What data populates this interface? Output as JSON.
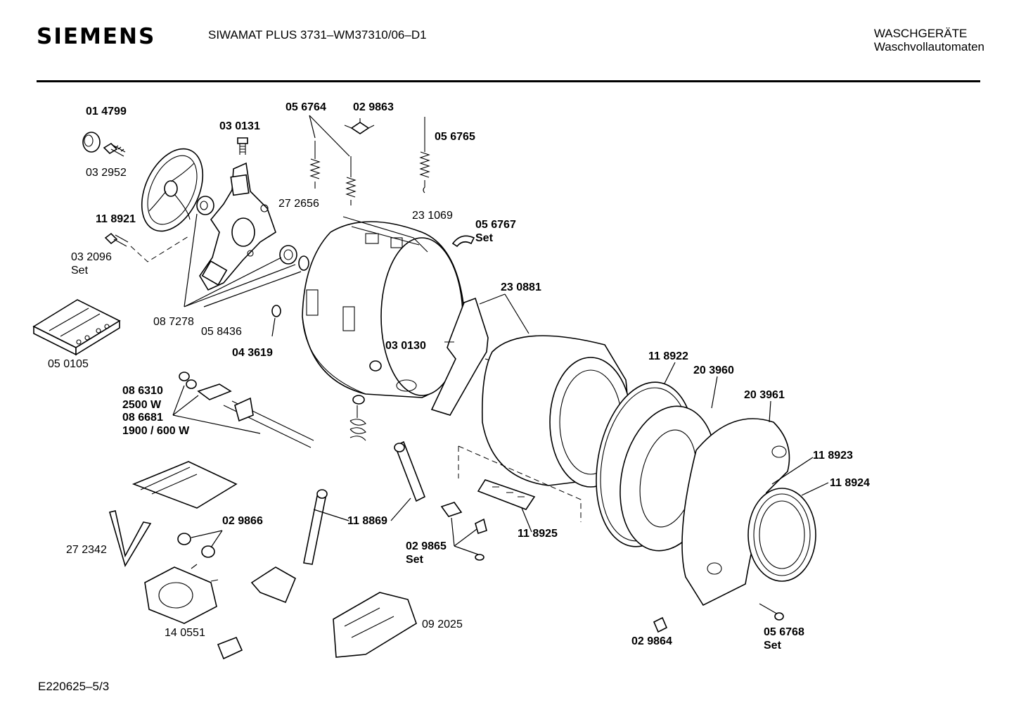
{
  "header": {
    "brand": "SIEMENS",
    "model": "SIWAMAT PLUS 3731–WM37310/06–D1",
    "category_line1": "WASCHGERÄTE",
    "category_line2": "Waschvollautomaten"
  },
  "footer": {
    "code": "E220625–5/3"
  },
  "parts": {
    "p014799": "01 4799",
    "p032952": "03 2952",
    "p030131": "03 0131",
    "p056764": "05 6764",
    "p029863": "02 9863",
    "p056765": "05 6765",
    "p118921": "11 8921",
    "p032096": "03 2096",
    "p032096_set": "Set",
    "p272656": "27 2656",
    "p231069": "23 1069",
    "p056767": "05 6767",
    "p056767_set": "Set",
    "p087278": "08 7278",
    "p058436": "05 8436",
    "p043619": "04 3619",
    "p050105": "05 0105",
    "p230881": "23 0881",
    "p030130": "03 0130",
    "p118922": "11 8922",
    "p203960": "20 3960",
    "p203961": "20 3961",
    "p086310": "08 6310",
    "p2500w": "2500 W",
    "p086681": "08 6681",
    "p1900w": "1900 / 600 W",
    "p118923": "11 8923",
    "p118924": "11 8924",
    "p118869": "11 8869",
    "p029866": "02 9866",
    "p272342": "27 2342",
    "p118925": "11 8925",
    "p029865": "02 9865",
    "p029865_set": "Set",
    "p140551": "14 0551",
    "p092025": "09 2025",
    "p029864": "02 9864",
    "p056768": "05 6768",
    "p056768_set": "Set"
  }
}
